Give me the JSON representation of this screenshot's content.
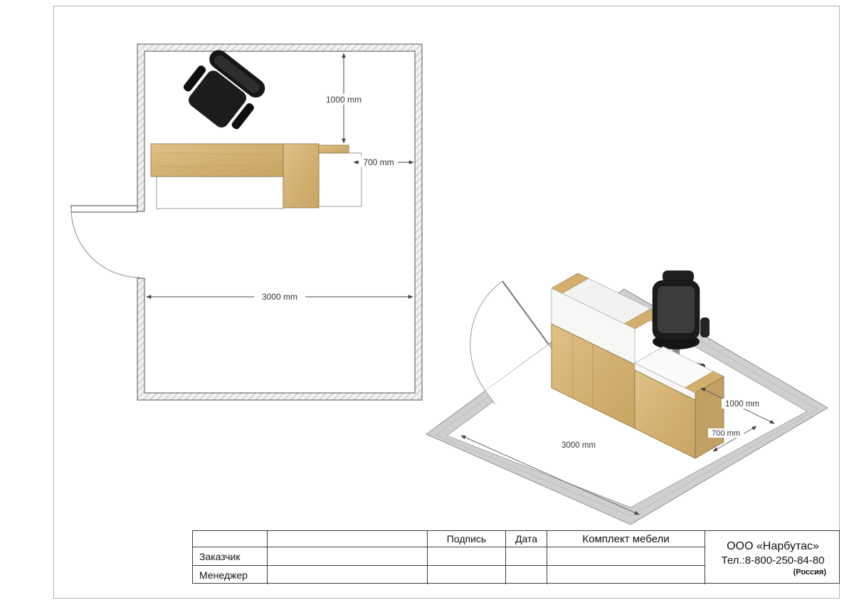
{
  "colors": {
    "wood": "#d3b172",
    "wood_dark": "#8a7340",
    "chair_black": "#1a1a1a",
    "floor_strip": "#cfcfcf"
  },
  "plan_view": {
    "dim_1000": "1000 mm",
    "dim_700": "700 mm",
    "dim_3000": "3000 mm"
  },
  "iso_view": {
    "dim_1000": "1000 mm",
    "dim_700": "700 mm",
    "dim_3000": "3000 mm"
  },
  "title_block": {
    "signature_header": "Подпись",
    "date_header": "Дата",
    "project_name": "Комплект мебели",
    "customer_label": "Заказчик",
    "manager_label": "Менеджер",
    "company_name": "ООО «Нарбутас»",
    "company_phone": "Тел.:8-800-250-84-80",
    "company_country": "(Россия)"
  }
}
